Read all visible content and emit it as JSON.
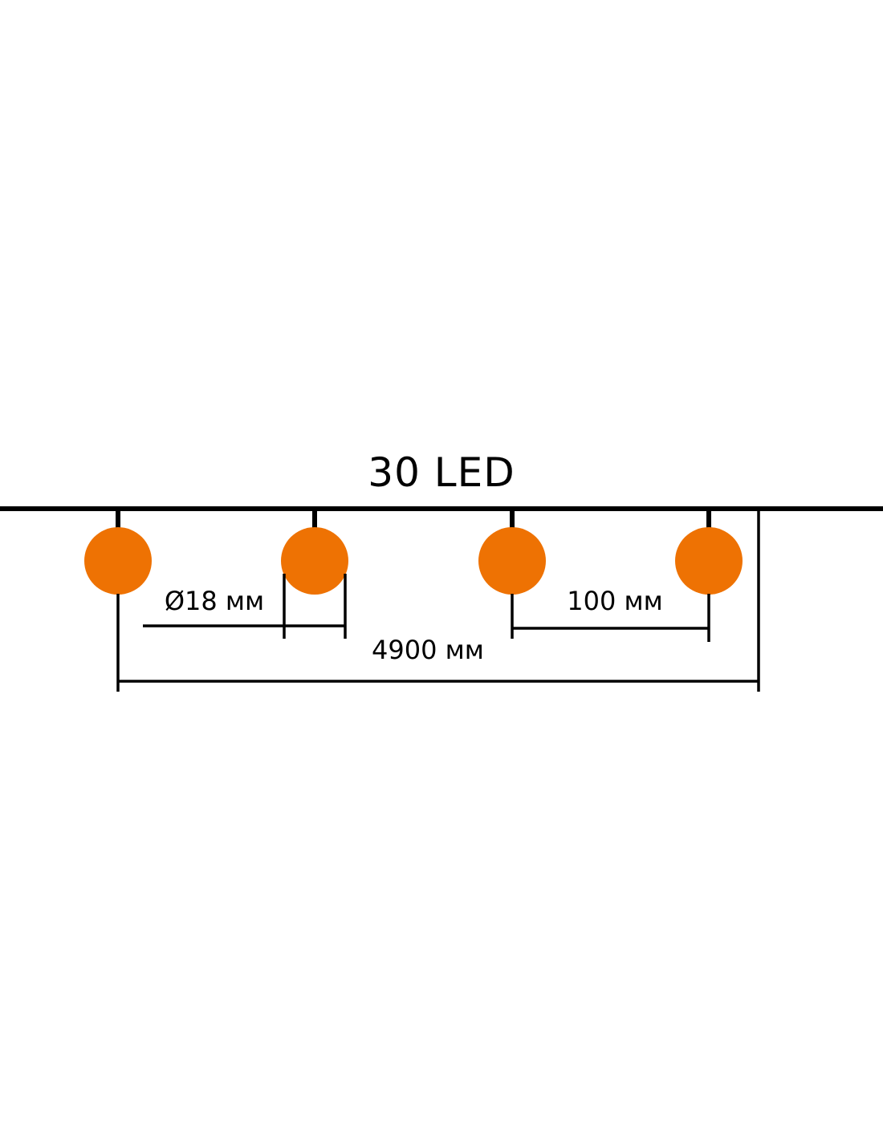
{
  "title": "30 LED",
  "dimensions": {
    "diameter_label": "Ø18 мм",
    "spacing_label": "100 мм",
    "total_length_label": "4900 мм"
  },
  "colors": {
    "led": "#EE7203",
    "wire": "#000000",
    "background": "#ffffff"
  },
  "leds_shown": 4
}
